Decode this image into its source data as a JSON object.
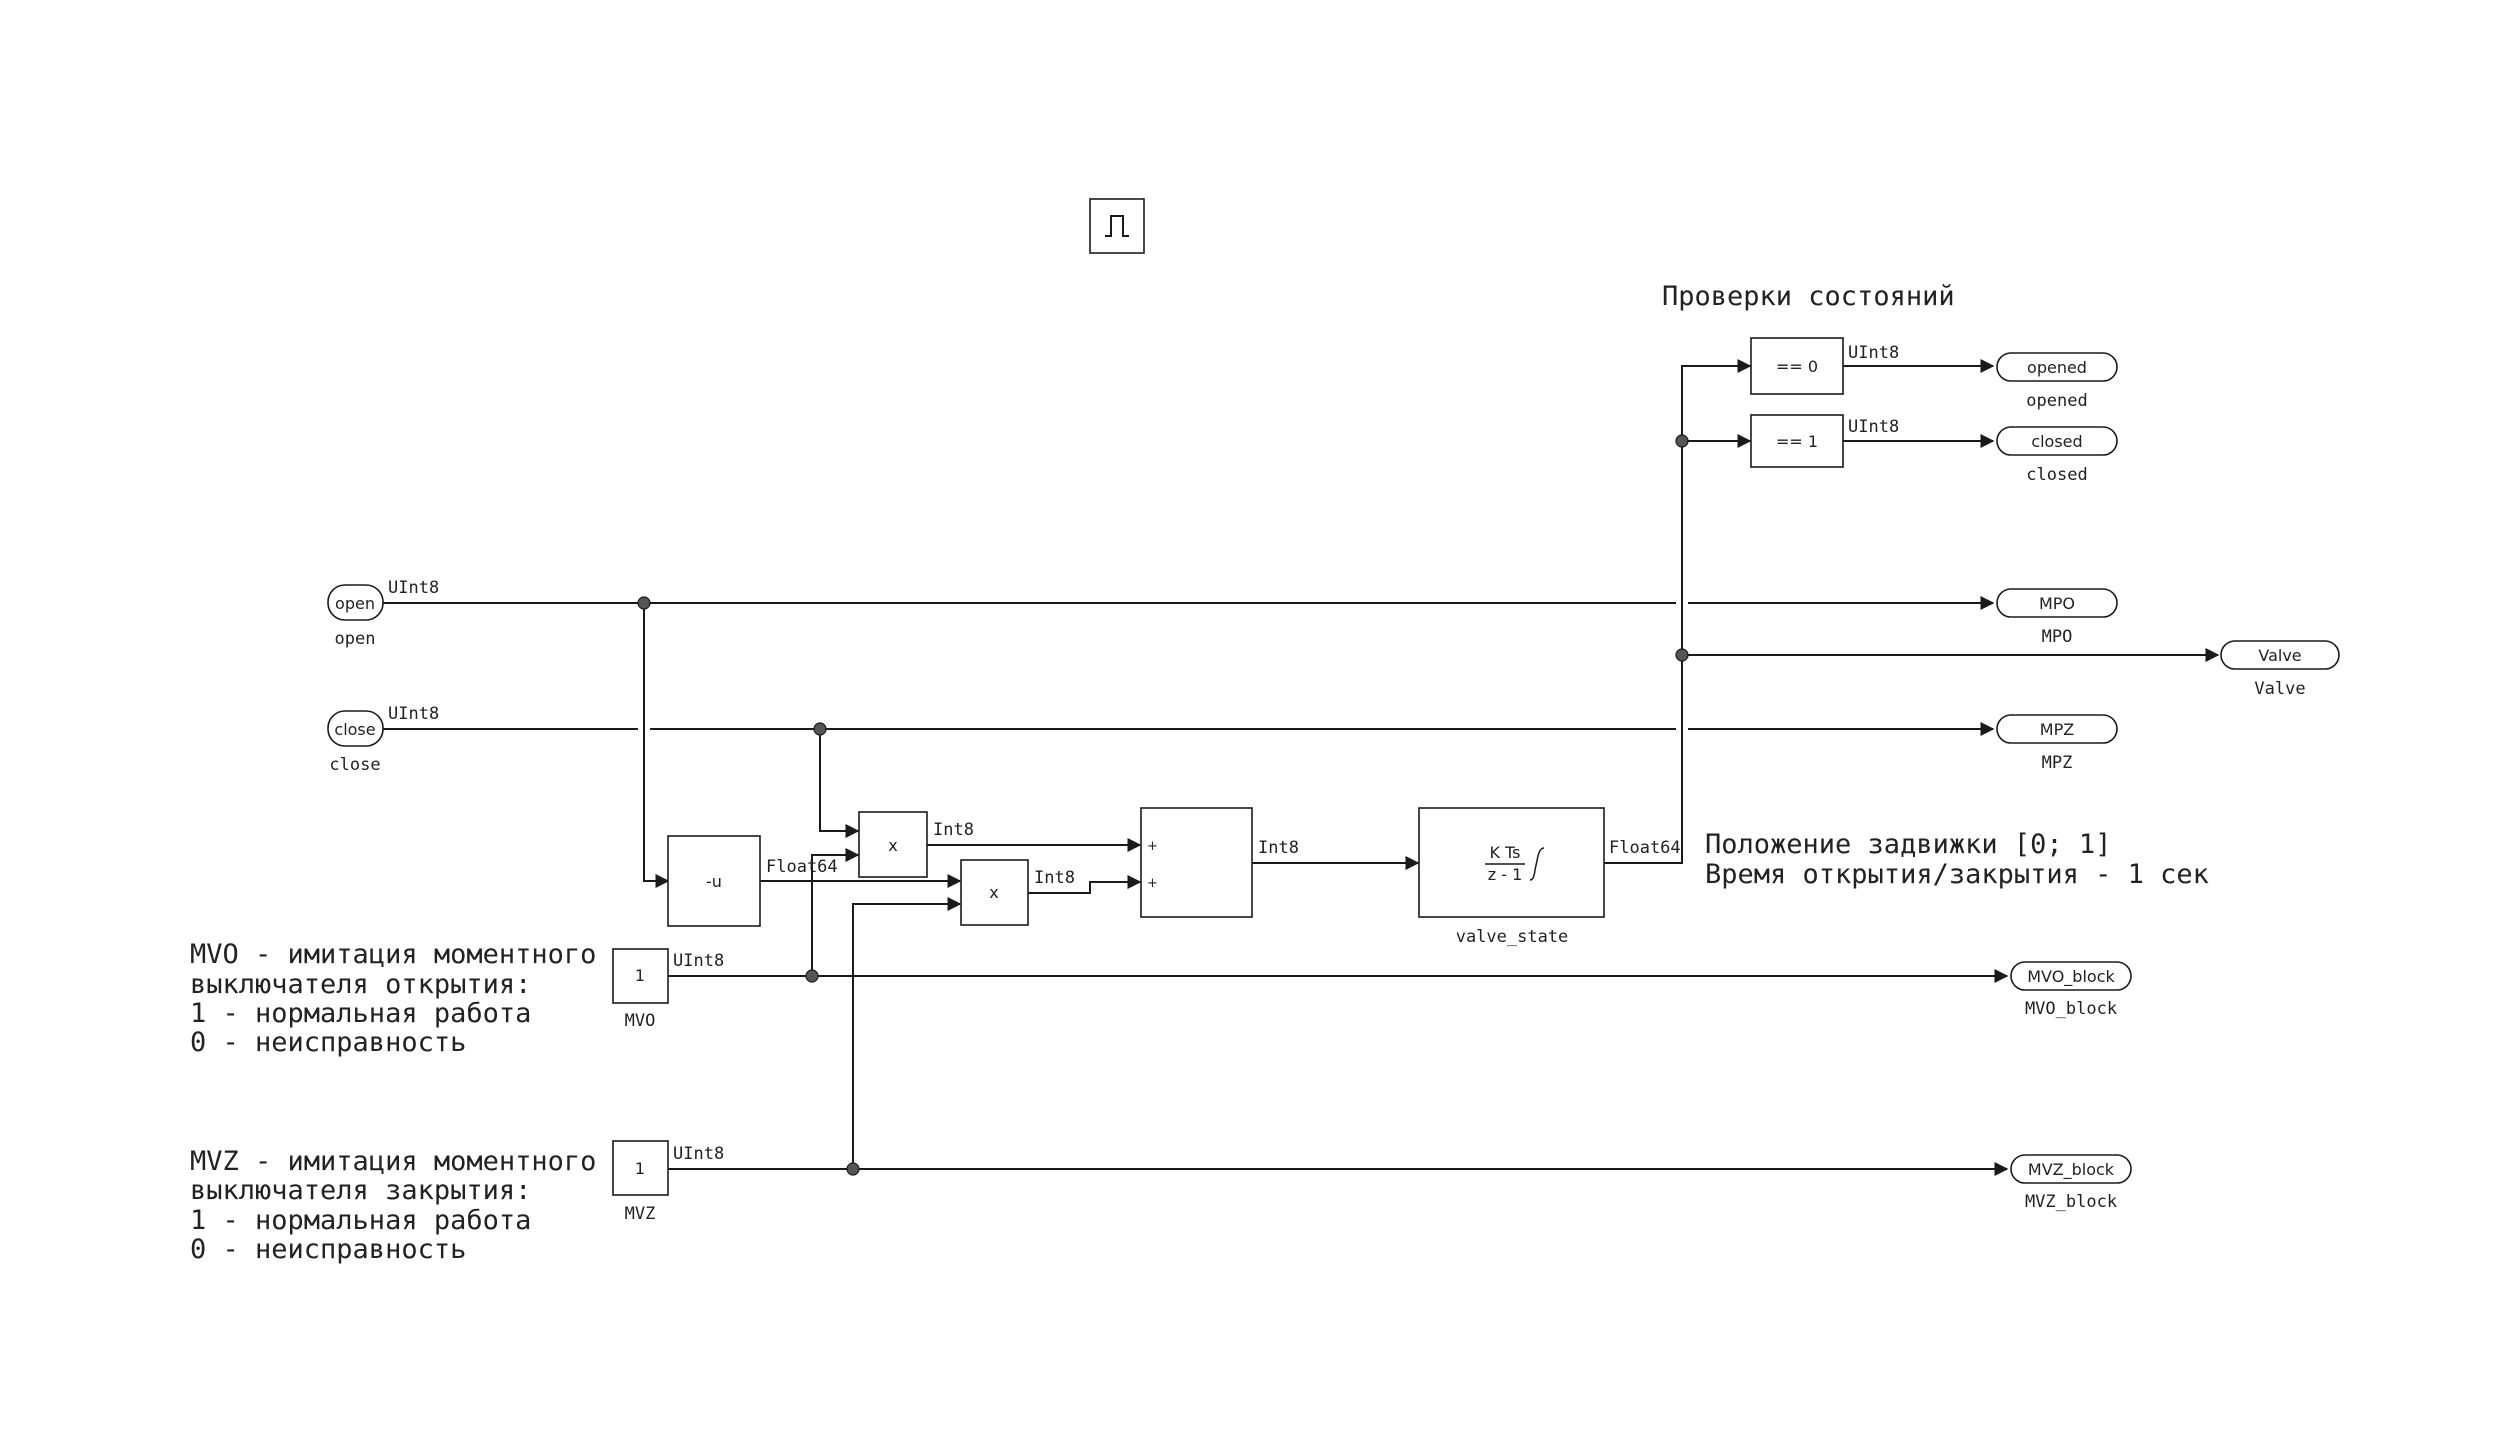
{
  "signal_types": {
    "uint8": "UInt8",
    "int8": "Int8",
    "float64": "Float64"
  },
  "ports_in": {
    "open": {
      "inner": "open",
      "caption": "open"
    },
    "close": {
      "inner": "close",
      "caption": "close"
    }
  },
  "ports_out": {
    "opened": {
      "inner": "opened",
      "caption": "opened"
    },
    "closed": {
      "inner": "closed",
      "caption": "closed"
    },
    "mpo": {
      "inner": "MPO",
      "caption": "MPO"
    },
    "valve": {
      "inner": "Valve",
      "caption": "Valve"
    },
    "mpz": {
      "inner": "MPZ",
      "caption": "MPZ"
    },
    "mvo_block": {
      "inner": "MVO_block",
      "caption": "MVO_block"
    },
    "mvz_block": {
      "inner": "MVZ_block",
      "caption": "MVZ_block"
    }
  },
  "blocks": {
    "compare0": "== 0",
    "compare1": "== 1",
    "negate": "-u",
    "product1": "x",
    "product2": "x",
    "sum_plus1": "+",
    "sum_plus2": "+",
    "integrator_num": "K Ts",
    "integrator_den": "z - 1",
    "integrator_name": "valve_state",
    "const_mvo_value": "1",
    "const_mvo_name": "MVO",
    "const_mvz_value": "1",
    "const_mvz_name": "MVZ"
  },
  "annotations": {
    "state_checks": "Проверки состояний",
    "valve_pos_line1": "Положение задвижки [0; 1]",
    "valve_pos_line2": "Время открытия/закрытия - 1 сек",
    "mvo_line1": "MVO - имитация моментного",
    "mvo_line2": "выключателя открытия:",
    "mvo_line3": "1 - нормальная работа",
    "mvo_line4": "0 - неисправность",
    "mvz_line1": "MVZ - имитация моментного",
    "mvz_line2": "выключателя закрытия:",
    "mvz_line3": "1 - нормальная работа",
    "mvz_line4": "0 - неисправность"
  },
  "pulse_icon": "pulse-generator-icon"
}
